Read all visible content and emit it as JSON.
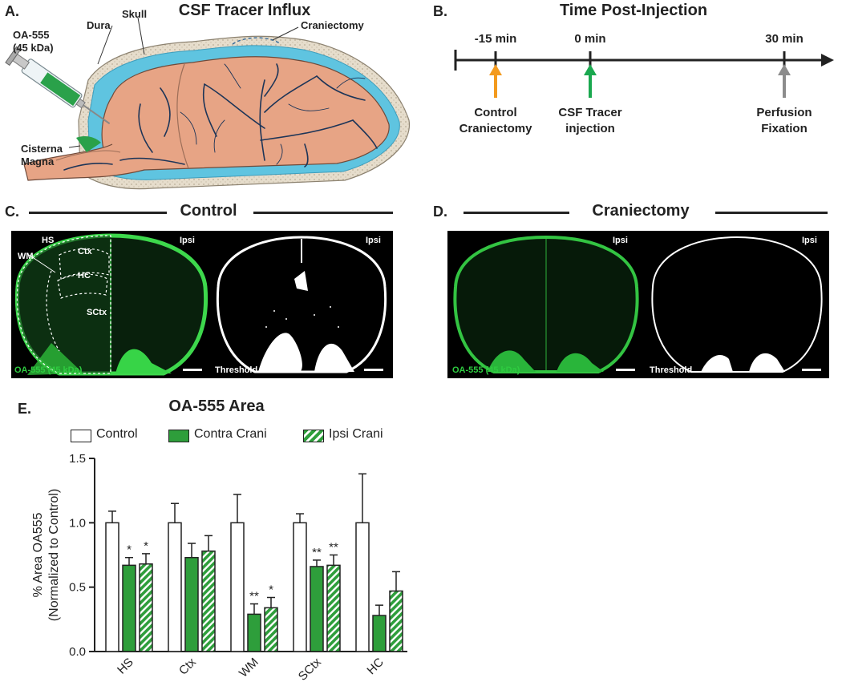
{
  "panelA": {
    "letter": "A.",
    "title": "CSF Tracer Influx",
    "tracer_name": "OA-555",
    "tracer_size": "(45 kDa)",
    "labels": {
      "skull": "Skull",
      "dura": "Dura",
      "craniectomy": "Craniectomy",
      "cisterna1": "Cisterna",
      "cisterna2": "Magna"
    },
    "colors": {
      "csf": "#5fc4e0",
      "brain": "#e7a485",
      "vessel": "#1d3558",
      "skull": "#d8cfbf",
      "syringe_fluid": "#2aa14a"
    }
  },
  "panelB": {
    "letter": "B.",
    "title": "Time Post-Injection",
    "events": [
      {
        "time": "-15 min",
        "line1": "Control",
        "line2": "Craniectomy",
        "color": "#f39a1e"
      },
      {
        "time": "0 min",
        "line1": "CSF Tracer",
        "line2": "injection",
        "color": "#1aa84f"
      },
      {
        "time": "30 min",
        "line1": "Perfusion",
        "line2": "Fixation",
        "color": "#8c8c8c"
      }
    ]
  },
  "panelC": {
    "letter": "C.",
    "title": "Control",
    "regions": {
      "hs": "HS",
      "wm": "WM",
      "ctx": "Ctx",
      "hc": "HC",
      "sctx": "SCtx"
    },
    "ipsi": "Ipsi",
    "stain": "OA-555 (45 kDa)",
    "threshold": "Threshold"
  },
  "panelD": {
    "letter": "D.",
    "title": "Craniectomy",
    "ipsi": "Ipsi",
    "stain": "OA-555 (45 kDa)",
    "threshold": "Threshold"
  },
  "panelE": {
    "letter": "E.",
    "legend": [
      "Control",
      "Contra Crani",
      "Ipsi Crani"
    ]
  },
  "chart_data": {
    "type": "bar",
    "title": "OA-555 Area",
    "ylabel_line1": "% Area OA555",
    "ylabel_line2": "(Normalized to Control)",
    "ylim": [
      0,
      1.5
    ],
    "yticks": [
      "0.0",
      "0.5",
      "1.0",
      "1.5"
    ],
    "categories": [
      "HS",
      "Ctx",
      "WM",
      "SCtx",
      "HC"
    ],
    "series": [
      {
        "name": "Control",
        "values": [
          1.0,
          1.0,
          1.0,
          1.0,
          1.0
        ],
        "errors": [
          0.09,
          0.15,
          0.22,
          0.07,
          0.38
        ],
        "stars": [
          "",
          "",
          "",
          "",
          ""
        ]
      },
      {
        "name": "Contra Crani",
        "values": [
          0.67,
          0.73,
          0.29,
          0.66,
          0.28
        ],
        "errors": [
          0.06,
          0.11,
          0.08,
          0.05,
          0.08
        ],
        "stars": [
          "*",
          "",
          "**",
          "**",
          ""
        ]
      },
      {
        "name": "Ipsi Crani",
        "values": [
          0.68,
          0.78,
          0.34,
          0.67,
          0.47
        ],
        "errors": [
          0.08,
          0.12,
          0.08,
          0.08,
          0.15
        ],
        "stars": [
          "*",
          "",
          "*",
          "**",
          ""
        ]
      }
    ],
    "colors": {
      "control": "#ffffff",
      "crani": "#2e9e3b",
      "stroke": "#222222"
    }
  }
}
